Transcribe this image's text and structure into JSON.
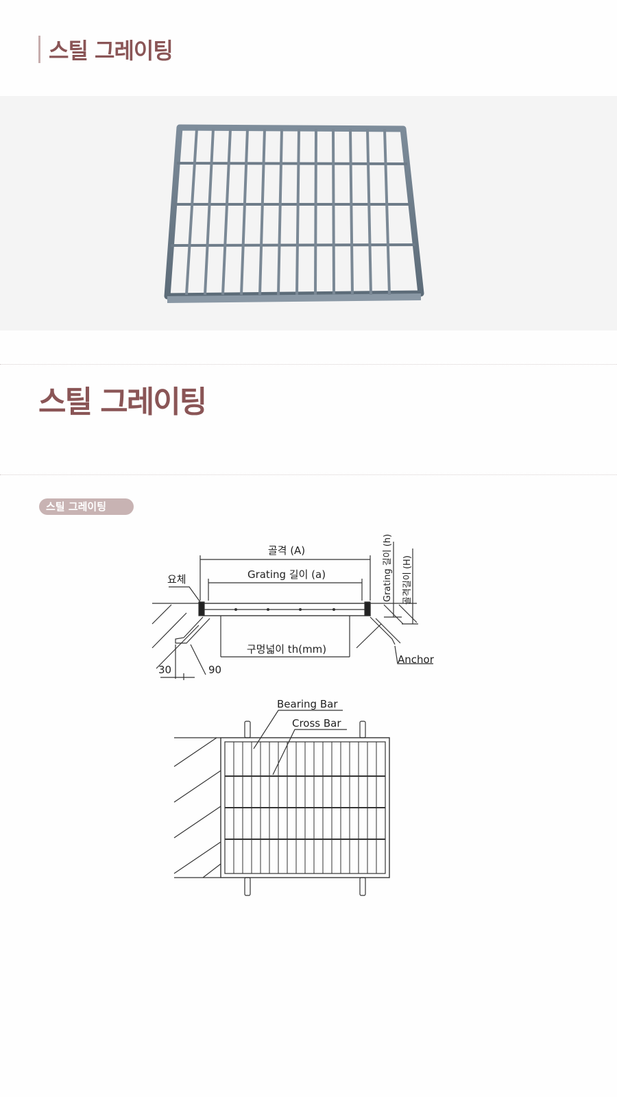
{
  "header": {
    "title": "스틸 그레이팅"
  },
  "section": {
    "title": "스틸 그레이팅",
    "tag": "스틸 그레이팅"
  },
  "diagram": {
    "labels": {
      "frame_width": "골격 (A)",
      "grating_length": "Grating 길이 (a)",
      "groove": "요체",
      "grating_height": "Grating 길이 (h)",
      "frame_height": "골격길이 (H)",
      "opening": "구멍넓이 th(mm)",
      "anchor": "Anchor",
      "dim_30": "30",
      "dim_90": "90",
      "bearing_bar": "Bearing Bar",
      "cross_bar": "Cross Bar"
    }
  }
}
